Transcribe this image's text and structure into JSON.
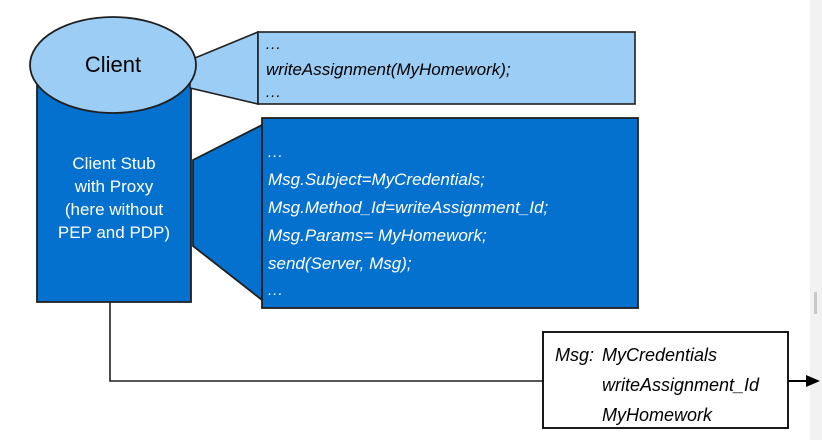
{
  "diagram": {
    "title_node": {
      "label": "Client"
    },
    "cylinder": {
      "lines": [
        "Client Stub",
        "with Proxy",
        "(here without",
        "PEP and PDP)"
      ]
    },
    "callout_app": {
      "lines": [
        "...",
        "writeAssignment(MyHomework);",
        "..."
      ]
    },
    "callout_stub": {
      "lines": [
        "...",
        "Msg.Subject=MyCredentials;",
        "Msg.Method_Id=writeAssignment_Id;",
        "Msg.Params= MyHomework;",
        "send(Server, Msg);",
        "..."
      ]
    },
    "message_box": {
      "label": "Msg:",
      "fields": [
        "MyCredentials",
        "writeAssignment_Id",
        "MyHomework"
      ]
    },
    "colors": {
      "light_blue": "#9CCDF5",
      "dark_blue": "#0571CE",
      "outline": "#1F1F1F",
      "white": "#FFFFFF",
      "black": "#000000"
    }
  }
}
